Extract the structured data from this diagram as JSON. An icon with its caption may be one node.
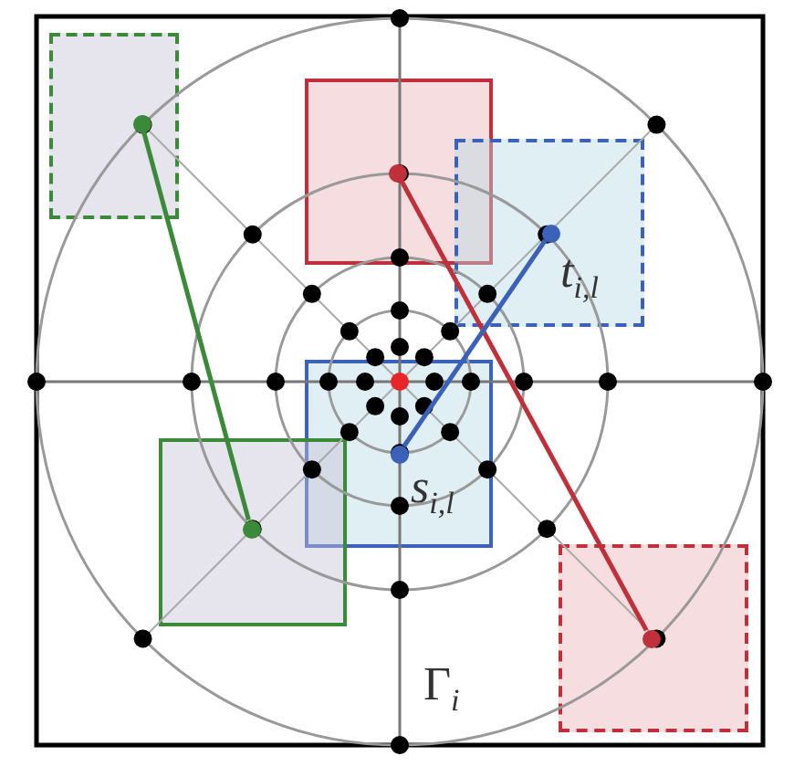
{
  "diagram": {
    "nodes": [
      {
        "text": [],
        "shape": "box"
      },
      {
        "text": [],
        "shape": "circle",
        "in": 0
      },
      {
        "text": [],
        "shape": "box"
      },
      {
        "text": [],
        "shape": "circle",
        "in": 2
      },
      {
        "text": [
          "t$_{i,l}$"
        ]
      },
      {
        "text": [],
        "shape": "circle",
        "in": 4
      },
      {
        "text": [
          "s$_{i,l}$"
        ]
      },
      {
        "text": [],
        "shape": "circle",
        "in": 6
      },
      {
        "text": [],
        "shape": "box"
      },
      {
        "text": [],
        "shape": "circle",
        "in": 8
      },
      {
        "text": [],
        "shape": "box"
      },
      {
        "text": [],
        "shape": "circle",
        "in": 10
      }
    ],
    "edges": [
      {
        "from": 1,
        "to": 9,
        "arrow": "none",
        "color": "#3a8a3a"
      },
      {
        "from": 3,
        "to": 11,
        "arrow": "none",
        "color": "#c0303a"
      },
      {
        "from": 7,
        "to": 5,
        "arrow": "none",
        "color": "#3b62b8"
      }
    ],
    "labels": [
      "Γ$_{i}$"
    ]
  }
}
